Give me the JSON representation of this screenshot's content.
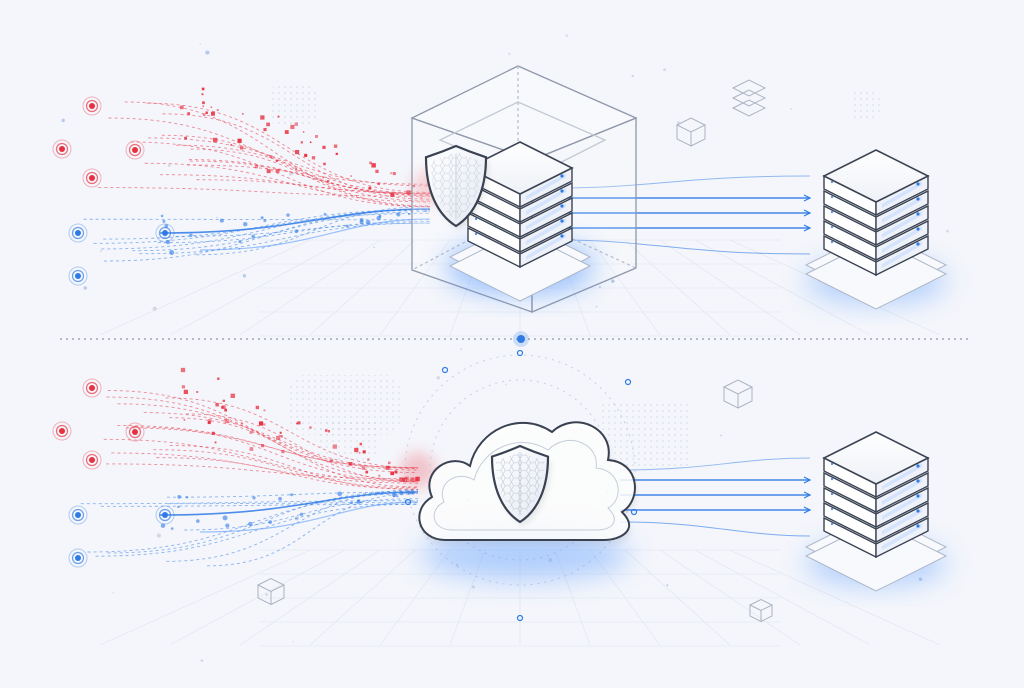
{
  "colors": {
    "background": "#f4f6fb",
    "threat": "#e8303f",
    "legit": "#2f7be6",
    "outline": "#3a4252",
    "glow": "#5b9cff",
    "divider": "#8e96a6"
  },
  "scenarios": [
    {
      "kind": "on-premise",
      "protector_icon": "shield-icon",
      "protector_container": "appliance-box",
      "origin_icon": "server-rack-icon",
      "threat_sources": 3,
      "legit_sources": 2
    },
    {
      "kind": "cloud",
      "protector_icon": "shield-icon",
      "protector_container": "cloud-icon",
      "origin_icon": "server-rack-icon",
      "threat_sources": 3,
      "legit_sources": 2
    }
  ]
}
